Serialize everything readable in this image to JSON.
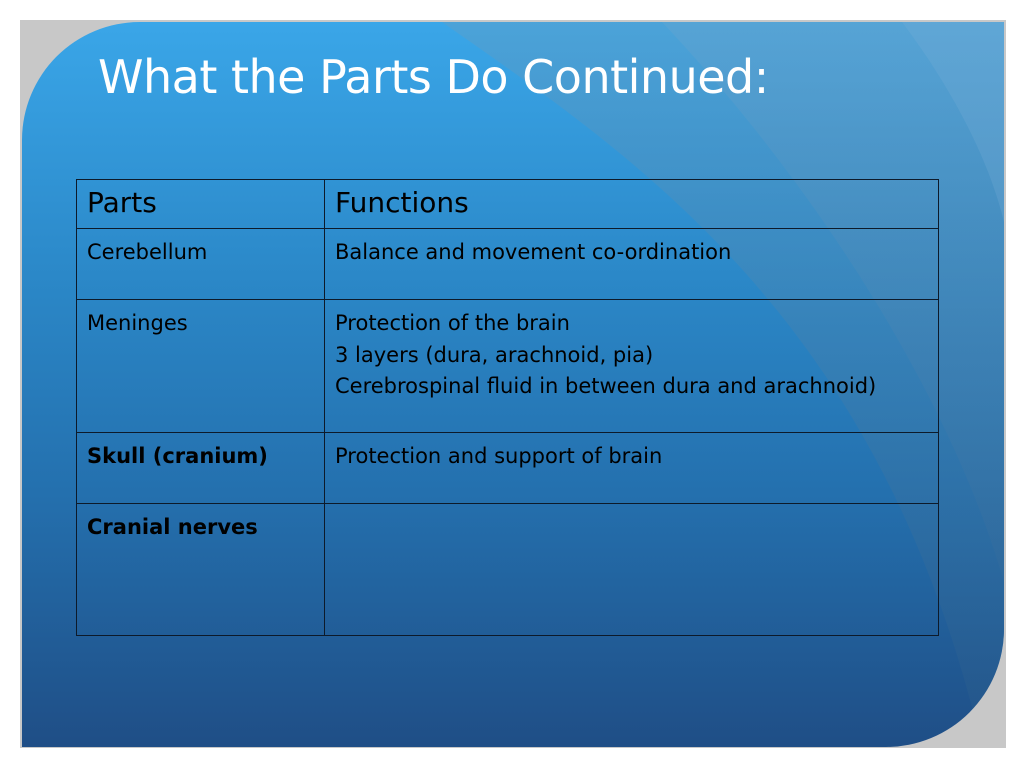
{
  "slide": {
    "title": "What the Parts Do Continued:"
  },
  "table": {
    "headers": [
      "Parts",
      "Functions"
    ],
    "rows": [
      {
        "part": "Cerebellum",
        "bold": false,
        "function_lines": [
          "Balance and movement co-ordination"
        ]
      },
      {
        "part": "Meninges",
        "bold": false,
        "function_lines": [
          "Protection of the brain",
          "3 layers (dura, arachnoid, pia)",
          "Cerebrospinal fluid in between dura and arachnoid)"
        ]
      },
      {
        "part": "Skull (cranium)",
        "bold": true,
        "function_lines": [
          "Protection and support of brain"
        ]
      },
      {
        "part": "Cranial nerves",
        "bold": true,
        "function_lines": []
      }
    ]
  },
  "colors": {
    "background_top": "#3aa6e8",
    "background_bottom": "#1f4e86",
    "title_text": "#ffffff",
    "table_text": "#000000",
    "table_border": "#0d1a2a"
  }
}
